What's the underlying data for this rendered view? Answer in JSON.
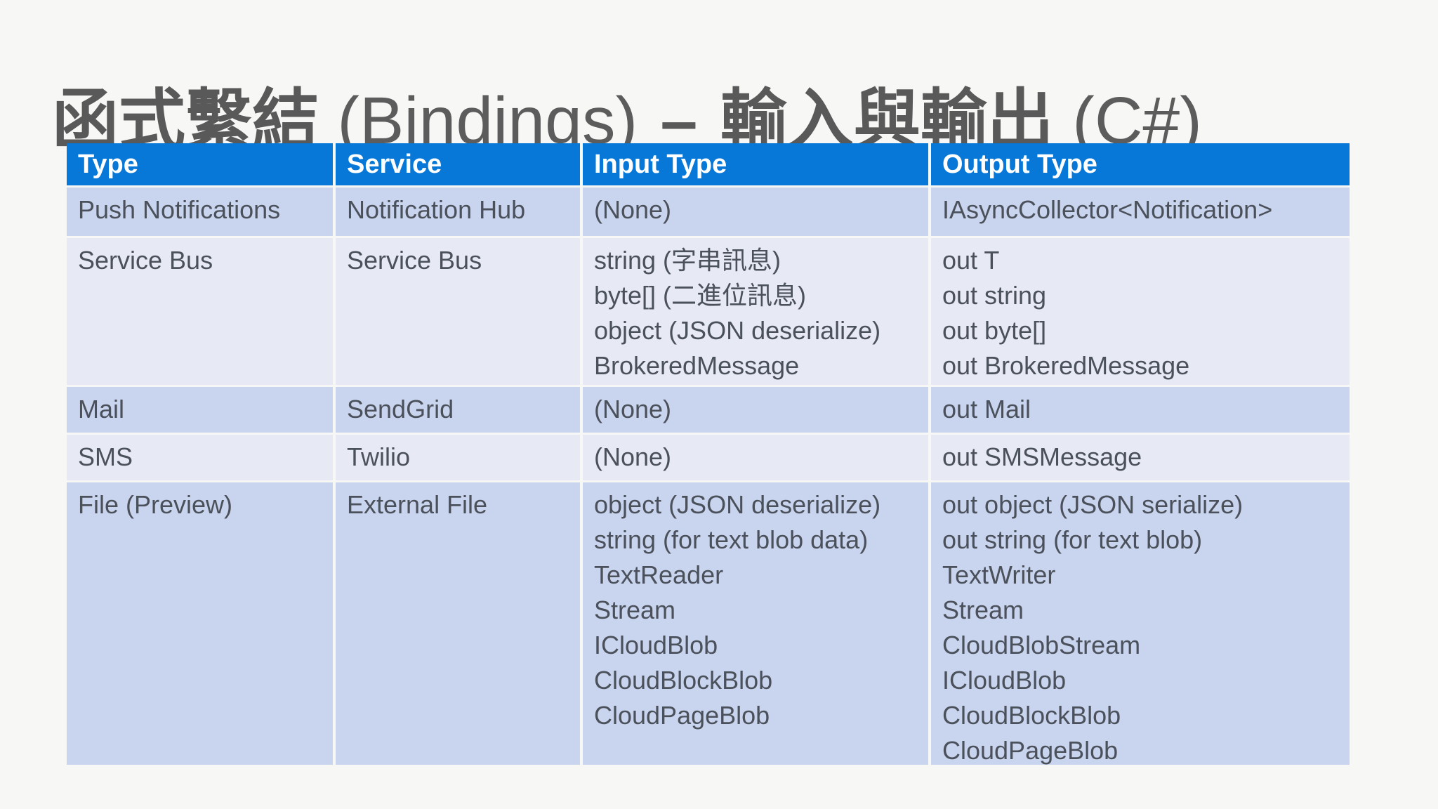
{
  "slide": {
    "background_color": "#f7f7f5",
    "title": {
      "cjk_1": "函式繫結",
      "latin_1": "(Bindings)",
      "dash": "–",
      "cjk_2": "輸入與輸出",
      "latin_2": "(C#)"
    },
    "colors": {
      "header_bg": "#0778d8",
      "header_text": "#ffffff",
      "row_band_dark": "#c9d4ee",
      "row_band_light": "#e7e9f5",
      "title_text": "#595959",
      "cell_text": "#4b515b"
    }
  },
  "table": {
    "headers": [
      "Type",
      "Service",
      "Input Type",
      "Output Type"
    ],
    "rows": [
      {
        "type": "Push Notifications",
        "service": "Notification Hub",
        "input": [
          "(None)"
        ],
        "output": [
          "IAsyncCollector<Notification>"
        ]
      },
      {
        "type": "Service Bus",
        "service": "Service Bus",
        "input": [
          "string (字串訊息)",
          "byte[] (二進位訊息)",
          "object (JSON deserialize)",
          "BrokeredMessage"
        ],
        "output": [
          "out T",
          "out string",
          "out byte[]",
          "out BrokeredMessage"
        ]
      },
      {
        "type": "Mail",
        "service": "SendGrid",
        "input": [
          "(None)"
        ],
        "output": [
          "out Mail"
        ]
      },
      {
        "type": "SMS",
        "service": "Twilio",
        "input": [
          "(None)"
        ],
        "output": [
          "out SMSMessage"
        ]
      },
      {
        "type": "File (Preview)",
        "service": "External File",
        "input": [
          "object (JSON deserialize)",
          "string (for text blob data)",
          "TextReader",
          "Stream",
          "ICloudBlob",
          "CloudBlockBlob",
          "CloudPageBlob"
        ],
        "output": [
          "out object (JSON serialize)",
          "out string (for text blob)",
          "TextWriter",
          "Stream",
          "CloudBlobStream",
          "ICloudBlob",
          "CloudBlockBlob",
          "CloudPageBlob"
        ]
      }
    ]
  }
}
